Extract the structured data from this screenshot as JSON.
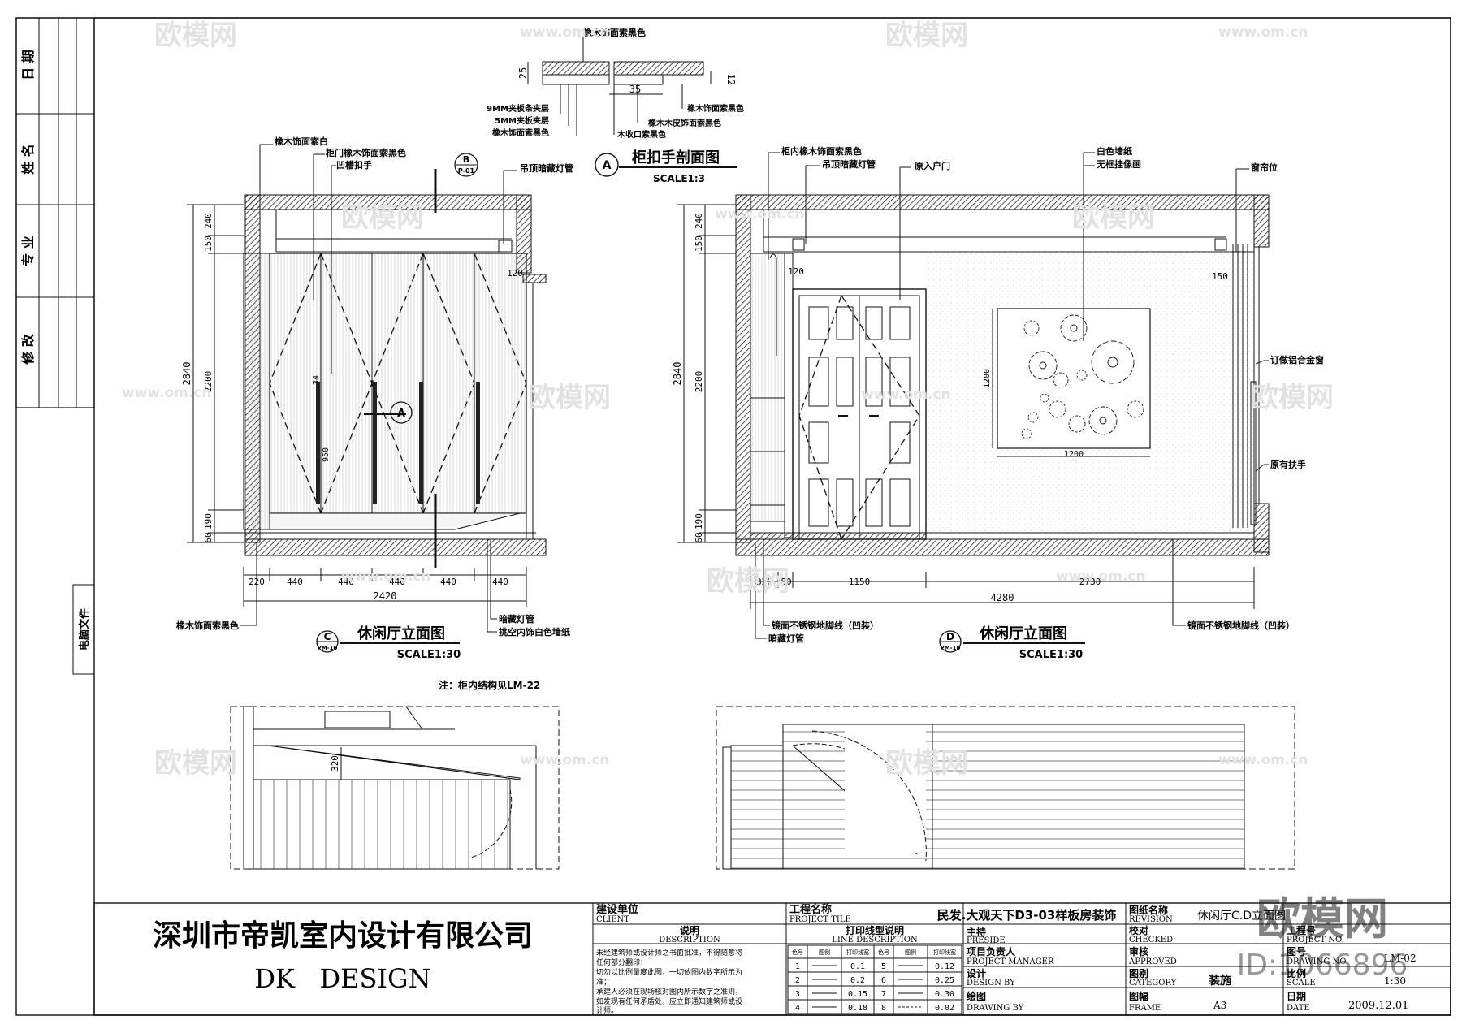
{
  "side_panel": {
    "cells": [
      "日 期",
      "姓 名",
      "专 业",
      "修 改"
    ],
    "electronic_file": "电脑文件"
  },
  "section_a": {
    "top_label": "橡木饰面索黑色",
    "dims": {
      "d25": "25",
      "d35": "35",
      "d12": "12"
    },
    "left_labels": [
      "9MM夹板条夹层",
      "5MM夹板夹层",
      "橡木饰面索黑色"
    ],
    "right_labels": [
      "橡木饰面索黑色",
      "橡木木皮饰面索黑色",
      "木收口索黑色"
    ],
    "symbol": "A",
    "title": "柜扣手剖面图",
    "scale": "SCALE1:3"
  },
  "elev_c": {
    "labels_top": [
      "橡木饰面索白",
      "柜门橡木饰面索黑色",
      "凹槽扣手",
      "吊顶暗藏灯管"
    ],
    "symbol_b": "B",
    "symbol_b_sub": "P-01",
    "vdims_outer": [
      "2840"
    ],
    "vdims_inner": [
      "150",
      "240",
      "2200",
      "60",
      "190"
    ],
    "inner_dims": [
      "120",
      "34",
      "950"
    ],
    "hdims": [
      "220",
      "440",
      "440",
      "440",
      "440",
      "440"
    ],
    "total": "2420",
    "labels_bottom_left": "橡木饰面索黑色",
    "labels_bottom_right": [
      "暗藏灯管",
      "挑空内饰白色墙纸"
    ],
    "section_symbol": "A",
    "title_symbol": "C",
    "title_symbol_sub": "PM-10",
    "title": "休闲厅立面图",
    "scale": "SCALE1:30",
    "note": "注：柜内结构见LM-22"
  },
  "elev_d": {
    "labels_top": [
      "柜内橡木饰面索黑色",
      "吊顶暗藏灯管",
      "原入户门",
      "白色墙纸",
      "无框挂像画",
      "窗帘位"
    ],
    "labels_right": [
      "订做铝合金窗",
      "原有扶手"
    ],
    "vdims_outer": [
      "2840"
    ],
    "vdims_inner": [
      "150",
      "240",
      "2200",
      "60",
      "190"
    ],
    "inner_dims": [
      "120",
      "150",
      "1200",
      "1200"
    ],
    "hdims": [
      "320",
      "80",
      "1150",
      "2730"
    ],
    "total": "4280",
    "labels_bottom": [
      "镜面不锈钢地脚线（凹装）",
      "暗藏灯管",
      "镜面不锈钢地脚线（凹装）"
    ],
    "title_symbol": "D",
    "title_symbol_sub": "PM-10",
    "title": "休闲厅立面图",
    "scale": "SCALE1:30"
  },
  "plan": {
    "dim": "320"
  },
  "title_block": {
    "company_cn": "深圳市帝凯室内设计有限公司",
    "company_en": "DK   DESIGN",
    "client_cn": "建设单位",
    "client_en": "CLIENT",
    "desc_cn": "说明",
    "desc_en": "DESCRIPTION",
    "desc_text": [
      "未经建筑师或设计师之书面批准，不得随意将",
      "任何部分翻印；",
      "切勿以比例量度此图，一切依图内数字所示为",
      "准；",
      "承建人必须在现场核对图内所示数字之准则，",
      "如发现有任何矛盾处，应立即通知建筑师或设",
      "计师。"
    ],
    "project_cn": "工程名称",
    "project_en": "PROJECT TILE",
    "project_value": "民发.大观天下D3-03样板房装饰",
    "line_cn": "打印线型说明",
    "line_en": "LINE DESCRIPTION",
    "line_headers": [
      "色号",
      "图例",
      "打印线宽",
      "色号",
      "图例",
      "打印线宽"
    ],
    "line_rows": [
      [
        "1",
        "0.1",
        "5",
        "0.12"
      ],
      [
        "2",
        "0.2",
        "6",
        "0.25"
      ],
      [
        "3",
        "0.15",
        "7",
        "0.30"
      ],
      [
        "4",
        "0.18",
        "8",
        "0.02"
      ]
    ],
    "roles": [
      {
        "cn": "主持",
        "en": "PRESIDE"
      },
      {
        "cn": "项目负责人",
        "en": "PROJECT MANAGER"
      },
      {
        "cn": "设计",
        "en": "DESIGN BY"
      },
      {
        "cn": "绘图",
        "en": "DRAWING BY"
      }
    ],
    "right": [
      {
        "cn": "图纸名称",
        "en": "REVISION",
        "value": "休闲厅C.D立面图"
      },
      {
        "cn": "校对",
        "en": "CHECKED",
        "value": ""
      },
      {
        "cn": "审核",
        "en": "APPROVED",
        "value": ""
      },
      {
        "cn": "图别",
        "en": "CATEGORY",
        "value": "装施"
      },
      {
        "cn": "图幅",
        "en": "FRAME",
        "value": "A3"
      }
    ],
    "far_right": [
      {
        "cn": "工程号",
        "en": "PROJECT NO.",
        "value": ""
      },
      {
        "cn": "图号",
        "en": "DRAWING NO.",
        "value": "LM-02"
      },
      {
        "cn": "比例",
        "en": "SCALE",
        "value": "1:30"
      },
      {
        "cn": "日期",
        "en": "DATE",
        "value": "2009.12.01"
      }
    ]
  },
  "watermark": {
    "brand": "欧模网",
    "site": "www.om.cn",
    "id": "ID:1066896"
  }
}
